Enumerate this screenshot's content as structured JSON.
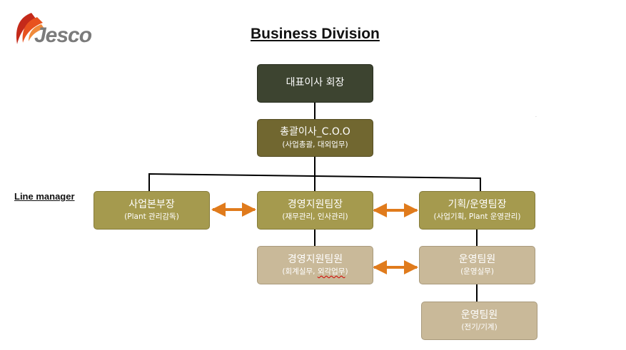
{
  "logo": {
    "text": "Jesco",
    "colors": {
      "accent_orange": "#e8521e",
      "accent_red": "#c42a1a",
      "text_gray": "#7b7b7b"
    }
  },
  "title": "Business Division",
  "side_label": "Line manager",
  "nodes": {
    "ceo": {
      "title": "대표이사 회장",
      "subtitle": ""
    },
    "coo": {
      "title": "총괄이사_C.O.O",
      "subtitle": "(사업총괄, 대외업무)"
    },
    "business_head": {
      "title": "사업본부장",
      "subtitle": "(Plant 관리감독)"
    },
    "management_lead": {
      "title": "경영지원팀장",
      "subtitle": "(재무관리, 인사관리)"
    },
    "planning_lead": {
      "title": "기획/운영팀장",
      "subtitle": "(사업기획, Plant 운영관리)"
    },
    "management_staff": {
      "title": "경영지원팀원",
      "subtitle_a": "(회계실무, ",
      "subtitle_b": "외각업무",
      "subtitle_c": ")"
    },
    "ops_staff_1": {
      "title": "운영팀원",
      "subtitle": "(운영실무)"
    },
    "ops_staff_2": {
      "title": "운영팀원",
      "subtitle": "(전기/기계)"
    }
  },
  "colors": {
    "dark_box": "#3d4430",
    "olive_box": "#716730",
    "khaki_box": "#a59a4e",
    "tan_box": "#c9b999",
    "connector": "#000000",
    "arrow": "#e07b1c"
  }
}
